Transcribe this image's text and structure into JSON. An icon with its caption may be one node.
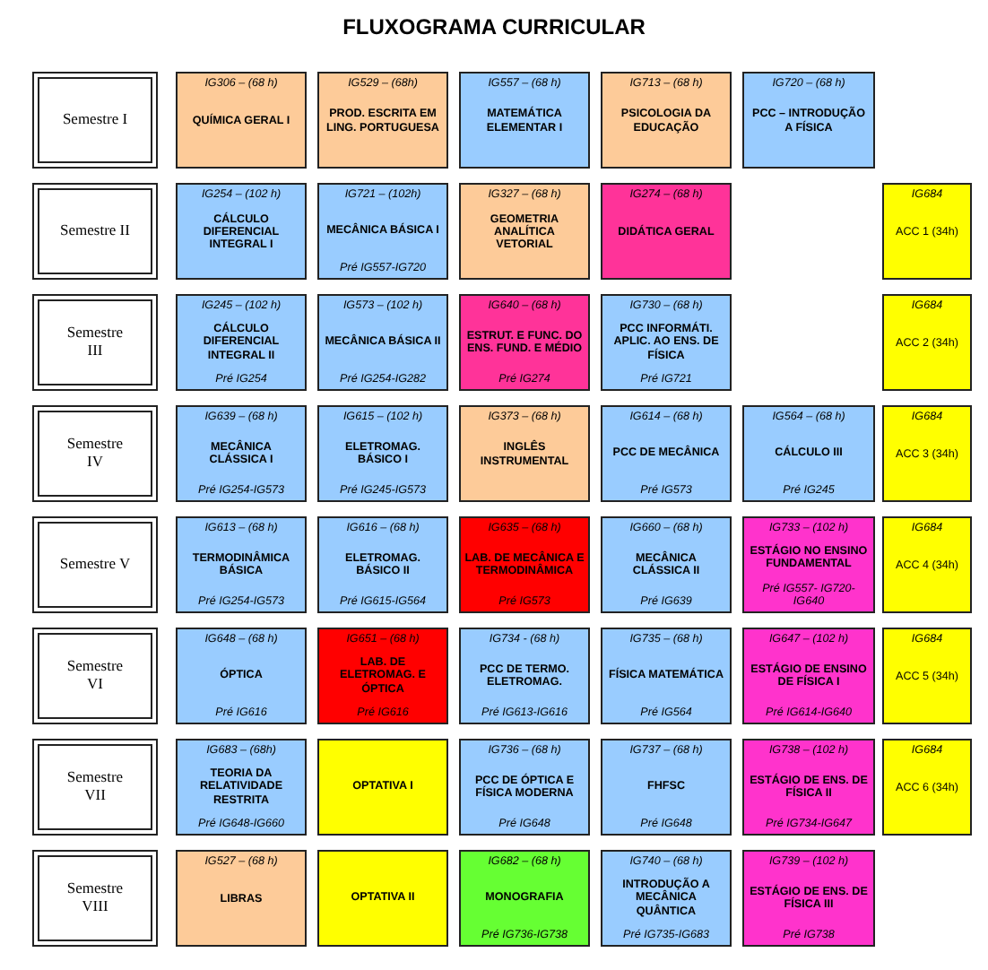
{
  "diagram": {
    "title": "FLUXOGRAMA CURRICULAR",
    "nodes": [
      {
        "text": [
          "Semestre I"
        ]
      },
      {
        "text": [
          "IG306 – (68 h)",
          "QUÍMICA GERAL I"
        ]
      },
      {
        "text": [
          "IG529 – (68h)",
          "PROD. ESCRITA EM LING. PORTUGUESA"
        ]
      },
      {
        "text": [
          "IG557 – (68 h)",
          "MATEMÁTICA ELEMENTAR I"
        ]
      },
      {
        "text": [
          "IG713 – (68 h)",
          "PSICOLOGIA DA EDUCAÇÃO"
        ]
      },
      {
        "text": [
          "IG720 – (68 h)",
          "PCC – INTRODUÇÃO A FÍSICA"
        ]
      },
      {
        "text": [
          "Semestre II"
        ]
      },
      {
        "text": [
          "IG254 – (102 h)",
          "CÁLCULO DIFERENCIAL INTEGRAL I"
        ]
      },
      {
        "text": [
          "IG721 – (102h)",
          "MECÂNICA BÁSICA I",
          "Pré IG557-IG720"
        ]
      },
      {
        "text": [
          "IG327 – (68 h)",
          "GEOMETRIA ANALÍTICA VETORIAL"
        ]
      },
      {
        "text": [
          "IG274 – (68 h)",
          "DIDÁTICA GERAL"
        ]
      },
      {
        "text": [
          "IG684",
          "ACC 1 (34h)"
        ]
      },
      {
        "text": [
          "Semestre III"
        ]
      },
      {
        "text": [
          "IG245 – (102 h)",
          "CÁLCULO DIFERENCIAL INTEGRAL II",
          "Pré IG254"
        ]
      },
      {
        "text": [
          "IG573 – (102 h)",
          "MECÂNICA BÁSICA II",
          "Pré IG254-IG282"
        ]
      },
      {
        "text": [
          "IG640 – (68 h)",
          "ESTRUT. E FUNC. DO ENS. FUND. E MÉDIO",
          "Pré IG274"
        ]
      },
      {
        "text": [
          "IG730 – (68 h)",
          "PCC INFORMÁTI. APLIC. AO ENS. DE FÍSICA",
          "Pré IG721"
        ]
      },
      {
        "text": [
          "IG684",
          "ACC 2 (34h)"
        ]
      },
      {
        "text": [
          "Semestre IV"
        ]
      },
      {
        "text": [
          "IG639 – (68 h)",
          "MECÂNICA CLÁSSICA I",
          "Pré IG254-IG573"
        ]
      },
      {
        "text": [
          "IG615 – (102 h)",
          "ELETROMAG. BÁSICO I",
          "Pré IG245-IG573"
        ]
      },
      {
        "text": [
          "IG373 – (68 h)",
          "INGLÊS INSTRUMENTAL"
        ]
      },
      {
        "text": [
          "IG614 – (68 h)",
          "PCC DE MECÂNICA",
          "Pré IG573"
        ]
      },
      {
        "text": [
          "IG564 – (68 h)",
          "CÁLCULO III",
          "Pré IG245"
        ]
      },
      {
        "text": [
          "IG684",
          "ACC 3 (34h)"
        ]
      },
      {
        "text": [
          "Semestre V"
        ]
      },
      {
        "text": [
          "IG613 – (68 h)",
          "TERMODINÂMICA BÁSICA",
          "Pré IG254-IG573"
        ]
      },
      {
        "text": [
          "IG616 – (68 h)",
          "ELETROMAG. BÁSICO II",
          "Pré IG615-IG564"
        ]
      },
      {
        "text": [
          "IG635 – (68 h)",
          "LAB. DE MECÂNICA E TERMODINÂMICA",
          "Pré IG573"
        ]
      },
      {
        "text": [
          "IG660 – (68 h)",
          "MECÂNICA CLÁSSICA II",
          "Pré IG639"
        ]
      },
      {
        "text": [
          "IG733 – (102 h)",
          "ESTÁGIO NO ENSINO FUNDAMENTAL",
          "Pré IG557- IG720- IG640"
        ]
      },
      {
        "text": [
          "IG684",
          "ACC 4 (34h)"
        ]
      },
      {
        "text": [
          "Semestre VI"
        ]
      },
      {
        "text": [
          "IG648 – (68 h)",
          "ÓPTICA",
          "Pré IG616"
        ]
      },
      {
        "text": [
          "IG651 – (68 h)",
          "LAB. DE ELETROMAG. E ÓPTICA",
          "Pré IG616"
        ]
      },
      {
        "text": [
          "IG734 - (68 h)",
          "PCC DE TERMO. ELETROMAG.",
          "Pré IG613-IG616"
        ]
      },
      {
        "text": [
          "IG735 – (68 h)",
          "FÍSICA MATEMÁTICA",
          "Pré IG564"
        ]
      },
      {
        "text": [
          "IG647 – (102 h)",
          "ESTÁGIO DE ENSINO DE FÍSICA I",
          "Pré IG614-IG640"
        ]
      },
      {
        "text": [
          "IG684",
          "ACC 5 (34h)"
        ]
      },
      {
        "text": [
          "Semestre VII"
        ]
      },
      {
        "text": [
          "IG683 – (68h)",
          "TEORIA DA RELATIVIDADE RESTRITA",
          "Pré IG648-IG660"
        ]
      },
      {
        "text": [
          "OPTATIVA I"
        ]
      },
      {
        "text": [
          "IG736 – (68 h)",
          "PCC DE ÓPTICA E FÍSICA MODERNA",
          "Pré IG648"
        ]
      },
      {
        "text": [
          "IG737 – (68 h)",
          "FHFSC",
          "Pré IG648"
        ]
      },
      {
        "text": [
          "IG738 – (102 h)",
          "ESTÁGIO DE ENS. DE FÍSICA II",
          "Pré IG734-IG647"
        ]
      },
      {
        "text": [
          "IG684",
          "ACC 6 (34h)"
        ]
      },
      {
        "text": [
          "Semestre VIII"
        ]
      },
      {
        "text": [
          "IG527 – (68 h)",
          "LIBRAS"
        ]
      },
      {
        "text": [
          "OPTATIVA II"
        ]
      },
      {
        "text": [
          "IG682 – (68 h)",
          "MONOGRAFIA",
          "Pré IG736-IG738"
        ]
      },
      {
        "text": [
          "IG740 – (68 h)",
          "INTRODUÇÃO A MECÂNICA QUÂNTICA",
          "Pré IG735-IG683"
        ]
      },
      {
        "text": [
          "IG739 – (102 h)",
          "ESTÁGIO DE ENS. DE FÍSICA III",
          "Pré IG738"
        ]
      }
    ]
  }
}
